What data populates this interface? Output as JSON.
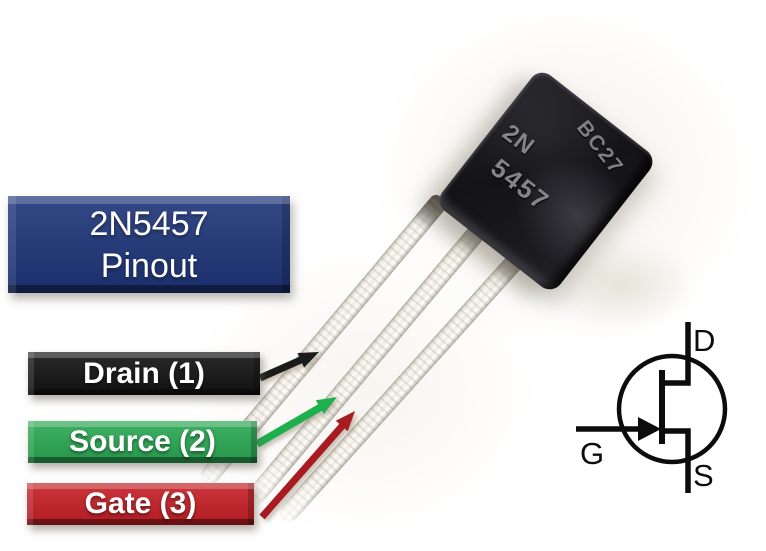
{
  "colors": {
    "page_bg": "#ffffff",
    "title_banner_bg": "#1d3478",
    "drain_bg": "#131313",
    "source_bg": "#2aa753",
    "gate_bg": "#c41f25",
    "drain_arrow": "#1b1b1b",
    "source_arrow": "#1fb04e",
    "gate_arrow": "#a81b21",
    "banner_text": "#ffffff",
    "marking_text": "#84848a",
    "symbol_stroke": "#0c0c0c"
  },
  "title_banner": {
    "line1": "2N5457",
    "line2": "Pinout"
  },
  "pin_labels": [
    {
      "label": "Drain (1)"
    },
    {
      "label": "Source (2)"
    },
    {
      "label": "Gate (3)"
    }
  ],
  "transistor": {
    "marking_top": "BC27",
    "marking_mid": "2N",
    "marking_bottom": "5457"
  },
  "jfet_symbol": {
    "drain": "D",
    "gate": "G",
    "source": "S"
  }
}
